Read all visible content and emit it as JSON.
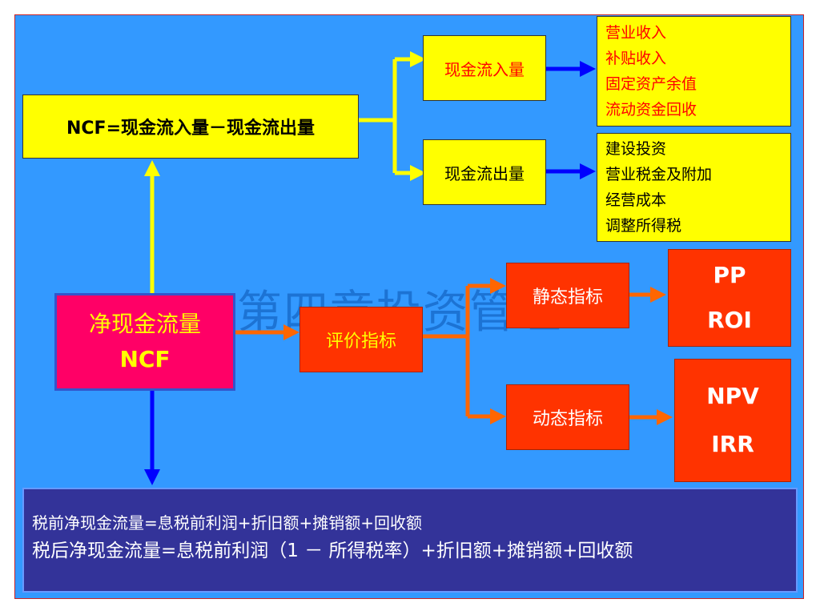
{
  "watermark": "第四章投资管理",
  "ncf_formula": "NCF=现金流入量－现金流出量",
  "cash_in": {
    "label": "现金流入量",
    "items": [
      "营业收入",
      "补贴收入",
      "固定资产余值",
      "流动资金回收"
    ]
  },
  "cash_out": {
    "label": "现金流出量",
    "items": [
      "建设投资",
      "营业税金及附加",
      "经营成本",
      "调整所得税"
    ]
  },
  "ncf_box": {
    "line1": "净现金流量",
    "line2": "NCF"
  },
  "evaluation": "评价指标",
  "static": {
    "label": "静态指标",
    "indicators": [
      "PP",
      "ROI"
    ]
  },
  "dynamic": {
    "label": "动态指标",
    "indicators": [
      "NPV",
      "IRR"
    ]
  },
  "bottom": {
    "line1": "税前净现金流量=息税前利润+折旧额+摊销额+回收额",
    "line2": "税后净现金流量=息税前利润（1 － 所得税率）+折旧额+摊销额+回收额"
  },
  "colors": {
    "panel": "#3399ff",
    "yellow": "#ffff00",
    "red_box": "#ff3300",
    "ncf_box": "#ff0066",
    "bottom_panel": "#333399",
    "arrow_blue": "#0000ff",
    "arrow_orange": "#ff6600",
    "list_text_red": "#ff0000"
  }
}
